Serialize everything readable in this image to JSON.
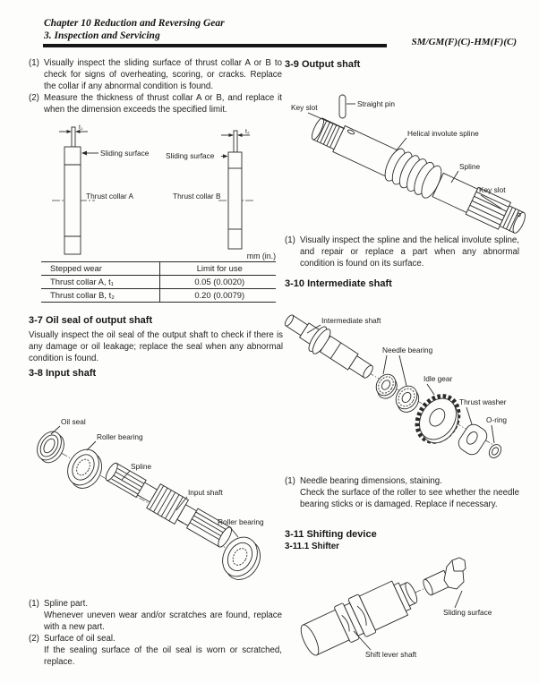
{
  "header": {
    "chapter": "Chapter 10 Reduction and Reversing Gear",
    "section": "3. Inspection and Servicing",
    "model": "SM/GM(F)(C)-HM(F)(C)"
  },
  "left": {
    "items_top": [
      {
        "num": "(1)",
        "text": "Visually inspect the sliding surface of thrust collar A or B to check for signs of overheating, scoring, or cracks. Replace the collar if any abnormal condition is found."
      },
      {
        "num": "(2)",
        "text": "Measure the thickness of thrust collar A or B, and replace it when the dimension exceeds the specified limit."
      }
    ],
    "collar_diagram": {
      "t1": "t₁",
      "t2": "t₂",
      "sliding_a": "Sliding surface",
      "sliding_b": "Sliding surface",
      "collar_a": "Thrust collar A",
      "collar_b": "Thrust collar B"
    },
    "table": {
      "units": "mm (in.)",
      "col1": "Stepped wear",
      "col2": "Limit for use",
      "rows": [
        {
          "item": "Thrust collar A, t₁",
          "limit": "0.05 (0.0020)"
        },
        {
          "item": "Thrust collar B, t₂",
          "limit": "0.20 (0.0079)"
        }
      ]
    },
    "s37": {
      "heading": "3-7 Oil seal of output shaft",
      "body": "Visually inspect the oil seal of the output shaft to check if there is any damage or oil leakage; replace the seal when any abnormal condition is found."
    },
    "s38": {
      "heading": "3-8 Input shaft"
    },
    "input_diagram": {
      "oil_seal": "Oil seal",
      "roller_bearing_1": "Roller bearing",
      "spline": "Spline",
      "input_shaft": "Input shaft",
      "roller_bearing_2": "Roller bearing"
    },
    "items_bottom": [
      {
        "num": "(1)",
        "title": "Spline part.",
        "body": "Whenever uneven wear and/or scratches are found, replace with a new part."
      },
      {
        "num": "(2)",
        "title": "Surface of oil seal.",
        "body": "If the sealing surface of the oil seal is worn or scratched, replace."
      }
    ]
  },
  "right": {
    "s39": {
      "heading": "3-9 Output shaft"
    },
    "output_diagram": {
      "key_slot_top": "Key slot",
      "straight_pin": "Straight pin",
      "helical": "Helical involute spline",
      "spline": "Spline",
      "key_slot_end": "Key slot"
    },
    "item_output": {
      "num": "(1)",
      "text": "Visually inspect the spline and the helical involute spline, and repair or replace a part when any abnormal condition is found on its surface."
    },
    "s310": {
      "heading": "3-10 Intermediate shaft"
    },
    "inter_diagram": {
      "intermediate_shaft": "Intermediate shaft",
      "needle_bearing": "Needle bearing",
      "idle_gear": "Idle gear",
      "thrust_washer": "Thrust washer",
      "o_ring": "O-ring"
    },
    "item_needle": {
      "num": "(1)",
      "title": "Needle bearing dimensions, staining.",
      "body": "Check the surface of the roller to see whether the needle bearing sticks or is damaged. Replace if necessary."
    },
    "s311": {
      "heading": "3-11 Shifting device"
    },
    "s3111": {
      "heading": "3-11.1 Shifter"
    },
    "shifter_diagram": {
      "sliding_surface": "Sliding surface",
      "shift_lever_shaft": "Shift lever shaft"
    }
  }
}
